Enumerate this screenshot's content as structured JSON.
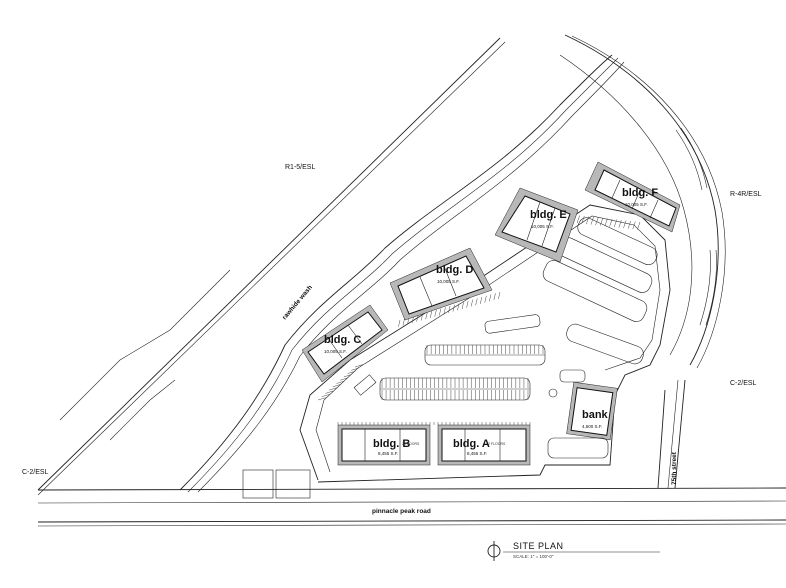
{
  "zones": {
    "north": "R1-5/ESL",
    "east": "R-4R/ESL",
    "southeast": "C-2/ESL",
    "southwest": "C-2/ESL"
  },
  "features": {
    "wash": "rawhide wash",
    "road": "pinnacle peak road",
    "street": "75th street"
  },
  "buildings": {
    "a": {
      "name": "bldg. A",
      "area": "8,455 S.F.",
      "floors": "2 FLOORS"
    },
    "b": {
      "name": "bldg. B",
      "area": "8,455 S.F.",
      "floors": "2 FLOORS"
    },
    "c": {
      "name": "bldg. C",
      "area": "10,005 S.F."
    },
    "d": {
      "name": "bldg. D",
      "area": "10,005 S.F."
    },
    "e": {
      "name": "bldg. E",
      "area": "10,005 S.F."
    },
    "f": {
      "name": "bldg. F",
      "area": "10,005 S.F."
    },
    "bank": {
      "name": "bank",
      "area": "4,500 S.F."
    }
  },
  "title_block": {
    "title": "SITE PLAN",
    "scale": "SCALE:  1\" = 100'-0\""
  },
  "colors": {
    "line": "#222222",
    "background": "#ffffff"
  }
}
